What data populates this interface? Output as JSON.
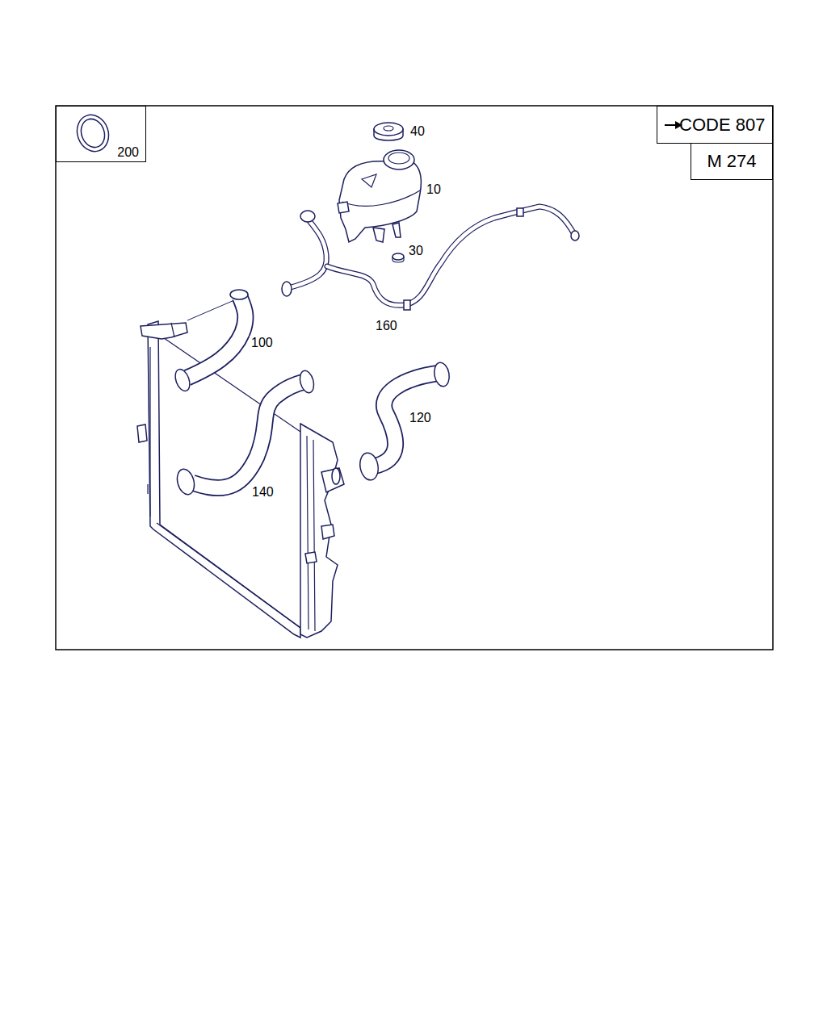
{
  "diagram": {
    "nodes": [
      {
        "text": [
          "200"
        ]
      },
      {
        "text": [
          "CODE 807"
        ]
      },
      {
        "text": [
          "M 274"
        ]
      }
    ],
    "labels": [
      "40",
      "10",
      "30",
      "160",
      "100",
      "120",
      "140"
    ]
  }
}
